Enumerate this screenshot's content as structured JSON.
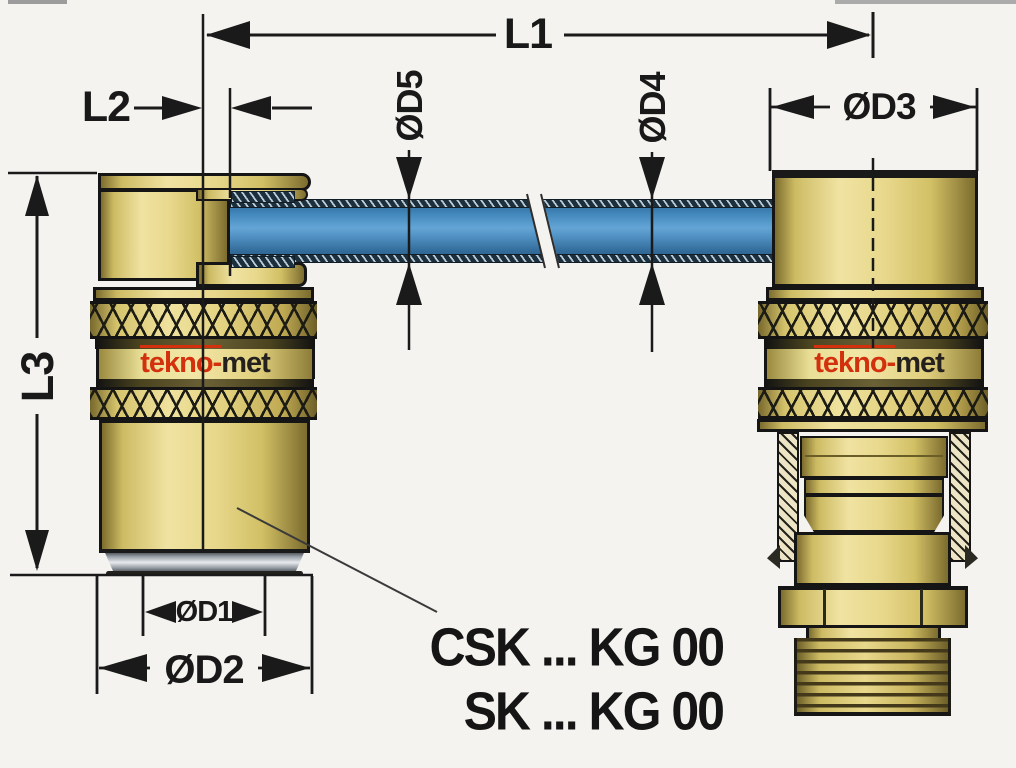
{
  "drawing": {
    "dimension_labels": {
      "l1": "L1",
      "l2": "L2",
      "l3": "L3",
      "d1": "ØD1",
      "d2": "ØD2",
      "d3": "ØD3",
      "d4": "ØD4",
      "d5": "ØD5"
    },
    "part_numbers": {
      "line1": "CSK ... KG 00",
      "line2": "SK ... KG 00"
    },
    "brand": {
      "red_text": "tekno-",
      "dark_text": "met"
    },
    "colors": {
      "background": "#f4f3f0",
      "brass_light": "#f0e3a2",
      "brass_dark": "#7c6c2e",
      "tube_blue": "#4a8fc4",
      "tube_edge": "#1b2f3c",
      "logo_red": "#d3300e",
      "line_black": "#1a1a1a",
      "silver_cap": "#e8ebee",
      "scan_bar_gray": "#9c9c9c"
    }
  }
}
